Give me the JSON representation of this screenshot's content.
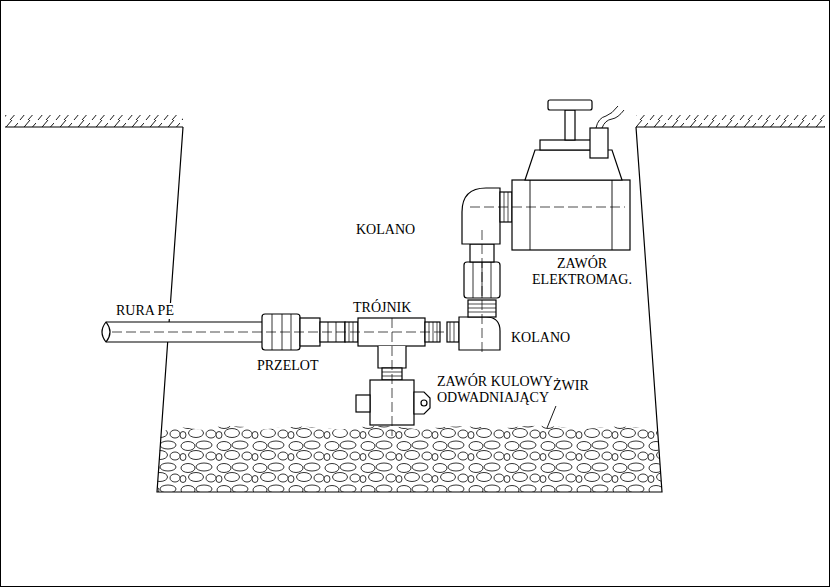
{
  "diagram": {
    "labels": [
      "KOLANO",
      "ZAWÓR ELEKTROMAG.",
      "RURA PE",
      "TRÓJNIK",
      "KOLANO",
      "PRZELOT",
      "ZAWÓR KULOWY ODWADNIAJĄCY",
      "ŻWIR"
    ]
  }
}
